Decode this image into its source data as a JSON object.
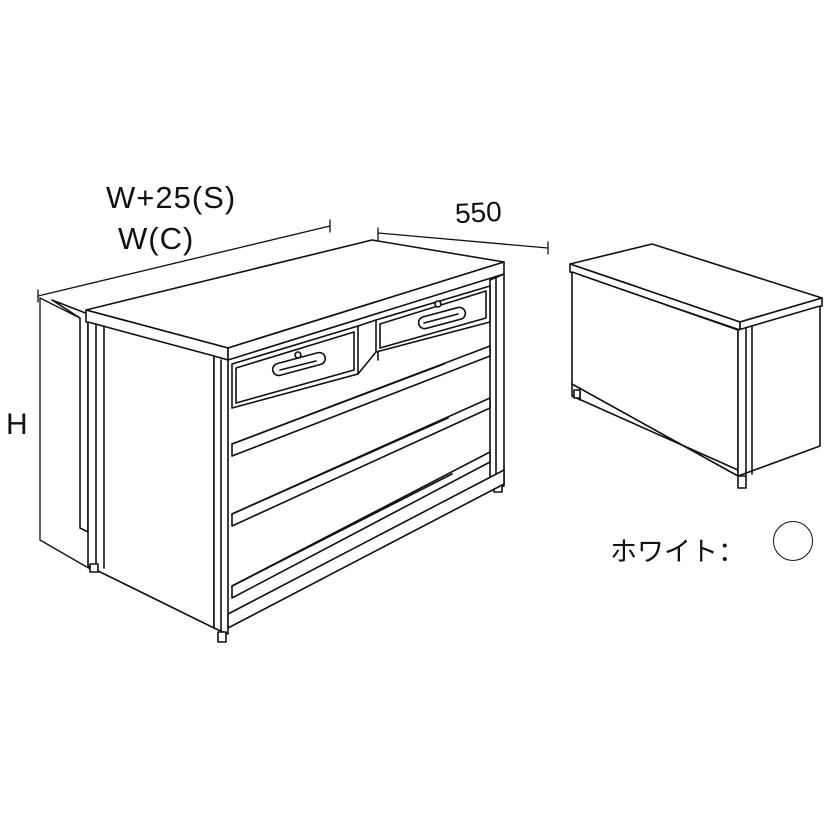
{
  "dimensions": {
    "width_label_s": "W+25(S)",
    "width_label_c": "W(C)",
    "depth_label": "550",
    "height_label": "H"
  },
  "color_option": {
    "label": "ホワイト：",
    "swatch_color": "#ffffff"
  }
}
